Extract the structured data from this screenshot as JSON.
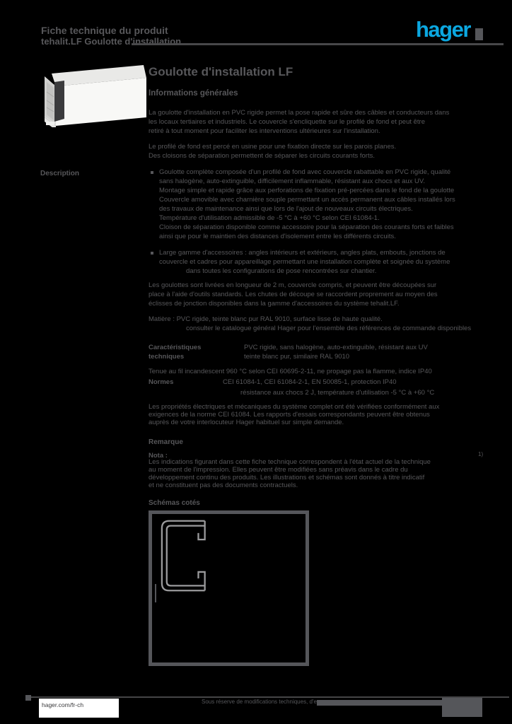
{
  "colors": {
    "background": "#000000",
    "text_gray": "#57575a",
    "brand_blue": "#0ba7e0"
  },
  "header": {
    "title_line1": "Fiche technique du produit",
    "title_line2": "tehalit.LF Goulotte d'installation",
    "logo_text": "hager"
  },
  "product": {
    "heading": "Goulotte d'installation LF",
    "subheading": "Informations générales"
  },
  "left_label": "Description",
  "intro": {
    "lines": [
      "La goulotte d'installation en PVC rigide permet la pose rapide et sûre des câbles et conducteurs dans",
      "les locaux tertiaires et industriels. Le couvercle s'encliquette sur le profilé de fond et peut être",
      "retiré à tout moment pour faciliter les interventions ultérieures sur l'installation.",
      "Le profilé de fond est percé en usine pour une fixation directe sur les parois planes.",
      "Des cloisons de séparation permettent de séparer les circuits courants forts."
    ]
  },
  "features": {
    "lines": [
      "Goulotte complète composée d'un profilé de fond avec couvercle rabattable en PVC rigide, qualité",
      "sans halogène, auto-extinguible, difficilement inflammable, résistant aux chocs et aux UV.",
      "Montage simple et rapide grâce aux perforations de fixation pré-percées dans le fond de la goulotte",
      "Couvercle amovible avec charnière souple permettant un accès permanent aux câbles installés lors",
      "des travaux de maintenance ainsi que lors de l'ajout de nouveaux circuits électriques.",
      "Température d'utilisation admissible de -5 °C à +60 °C selon CEI 61084-1.",
      "Cloison de séparation disponible comme accessoire pour la séparation des courants forts et faibles",
      "ainsi que pour le maintien des distances d'isolement entre les différents circuits.",
      "Large gamme d'accessoires : angles intérieurs et extérieurs, angles plats, embouts, jonctions de",
      "couvercle et cadres pour appareillage permettant une installation complète et soignée du système",
      "dans toutes les configurations de pose rencontrées sur chantier."
    ]
  },
  "para2": {
    "lines": [
      "Les goulottes sont livrées en longueur de 2 m, couvercle compris, et peuvent être découpées sur",
      "place à l'aide d'outils standards. Les chutes de découpe se raccordent proprement au moyen des",
      "éclisses de jonction disponibles dans la gamme d'accessoires du système tehalit.LF."
    ]
  },
  "para3": {
    "lines": [
      "Matière : PVC rigide, teinte blanc pur RAL 9010, surface lisse de haute qualité.",
      "consulter le catalogue général Hager pour l'ensemble des références de commande disponibles."
    ]
  },
  "specs": {
    "label_line1": "Caractéristiques",
    "label_line2": "techniques",
    "value1": "PVC rigide, sans halogène, auto-extinguible, résistant aux UV",
    "value2": "teinte blanc pur, similaire RAL 9010",
    "note": "Tenue au fil incandescent 960 °C selon CEI 60695-2-11, ne propage pas la flamme, indice IP40",
    "label2": "Normes",
    "value3": "CEI 61084-1, CEI 61084-2-1, EN 50085-1, protection IP40",
    "value4": "résistance aux chocs 2 J, température d'utilisation -5 °C à +60 °C",
    "para": [
      "Les propriétés électriques et mécaniques du système complet ont été vérifiées conformément aux",
      "exigences de la norme CEI 61084. Les rapports d'essais correspondants peuvent être obtenus",
      "auprès de votre interlocuteur Hager habituel sur simple demande."
    ]
  },
  "remark": {
    "header": "Remarque",
    "stub": "Nota :",
    "footnote_mark": "1)",
    "lines": [
      "Les indications figurant dans cette fiche technique correspondent à l'état actuel de la technique",
      "au moment de l'impression. Elles peuvent être modifiées sans préavis dans le cadre du",
      "développement continu des produits. Les illustrations et schémas sont donnés à titre indicatif",
      "et ne constituent pas des documents contractuels."
    ]
  },
  "drawings": {
    "header": "Schémas cotés"
  },
  "footer": {
    "site": "hager.com/fr-ch",
    "note": "Sous réserve de modifications techniques, d'erreurs et d'omissions,"
  }
}
